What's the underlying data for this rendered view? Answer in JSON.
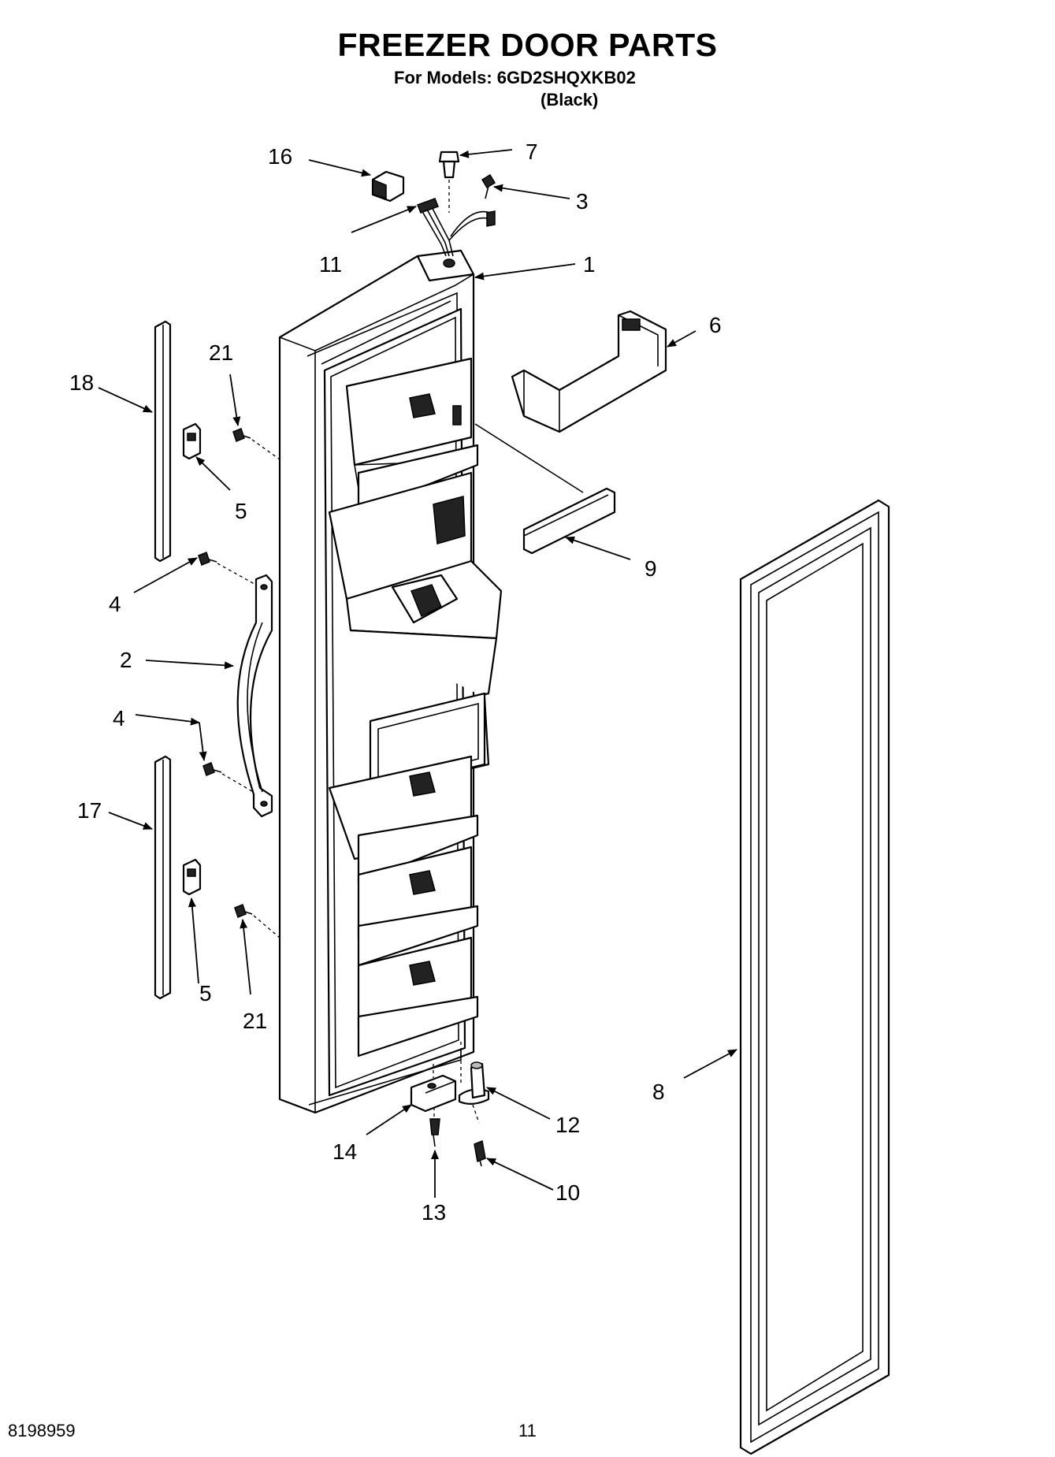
{
  "header": {
    "title": "FREEZER DOOR PARTS",
    "models": "For Models: 6GD2SHQXKB02",
    "variant": "(Black)"
  },
  "footer": {
    "doc_number": "8198959",
    "page_number": "11"
  },
  "callouts": [
    "16",
    "7",
    "3",
    "11",
    "1",
    "6",
    "21",
    "18",
    "5",
    "9",
    "4",
    "2",
    "4",
    "17",
    "5",
    "21",
    "8",
    "12",
    "14",
    "10",
    "13"
  ]
}
